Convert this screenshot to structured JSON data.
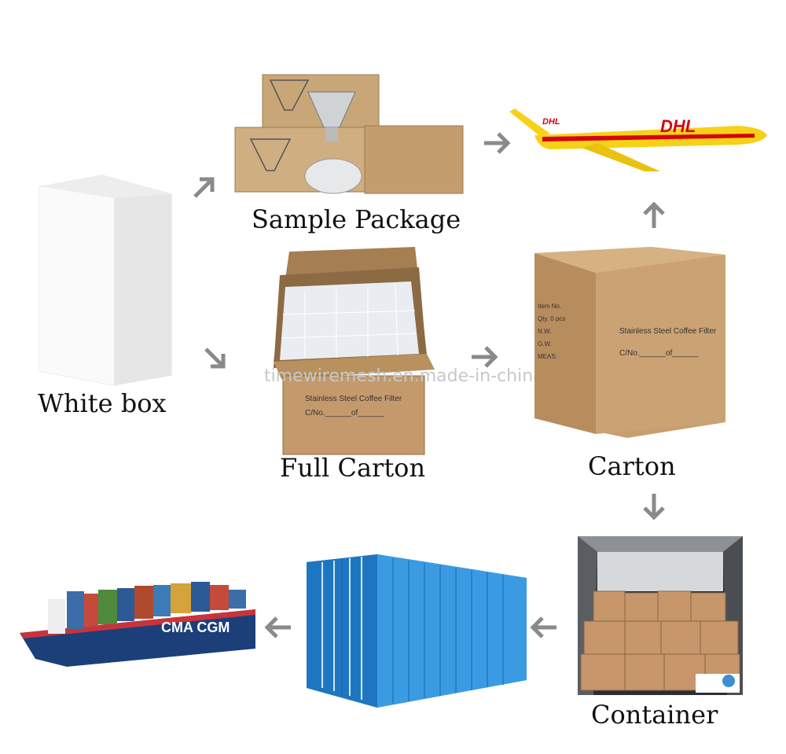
{
  "labels": {
    "white_box": "White box",
    "sample_package": "Sample Package",
    "full_carton": "Full Carton",
    "carton": "Carton",
    "container": "Container"
  },
  "watermark": "timewiremesh.en.made-in-china.com",
  "box_text": {
    "product": "Stainless Steel Coffee Filter",
    "cno": "C/No.______of______",
    "item_no": "Item No.",
    "qty": "Qty. 0 pcs",
    "nw": "N.W.",
    "gw": "G.W.",
    "meas": "MEAS:"
  },
  "plane_text": "DHL",
  "ship_text": "CMA CGM",
  "colors": {
    "arrow": "#8a8a8a",
    "cardboard": "#c49a6c",
    "dhl_yellow": "#f7d117",
    "dhl_red": "#d40511",
    "container_blue": "#2f8fd8",
    "ship_hull": "#1c3f7a"
  }
}
